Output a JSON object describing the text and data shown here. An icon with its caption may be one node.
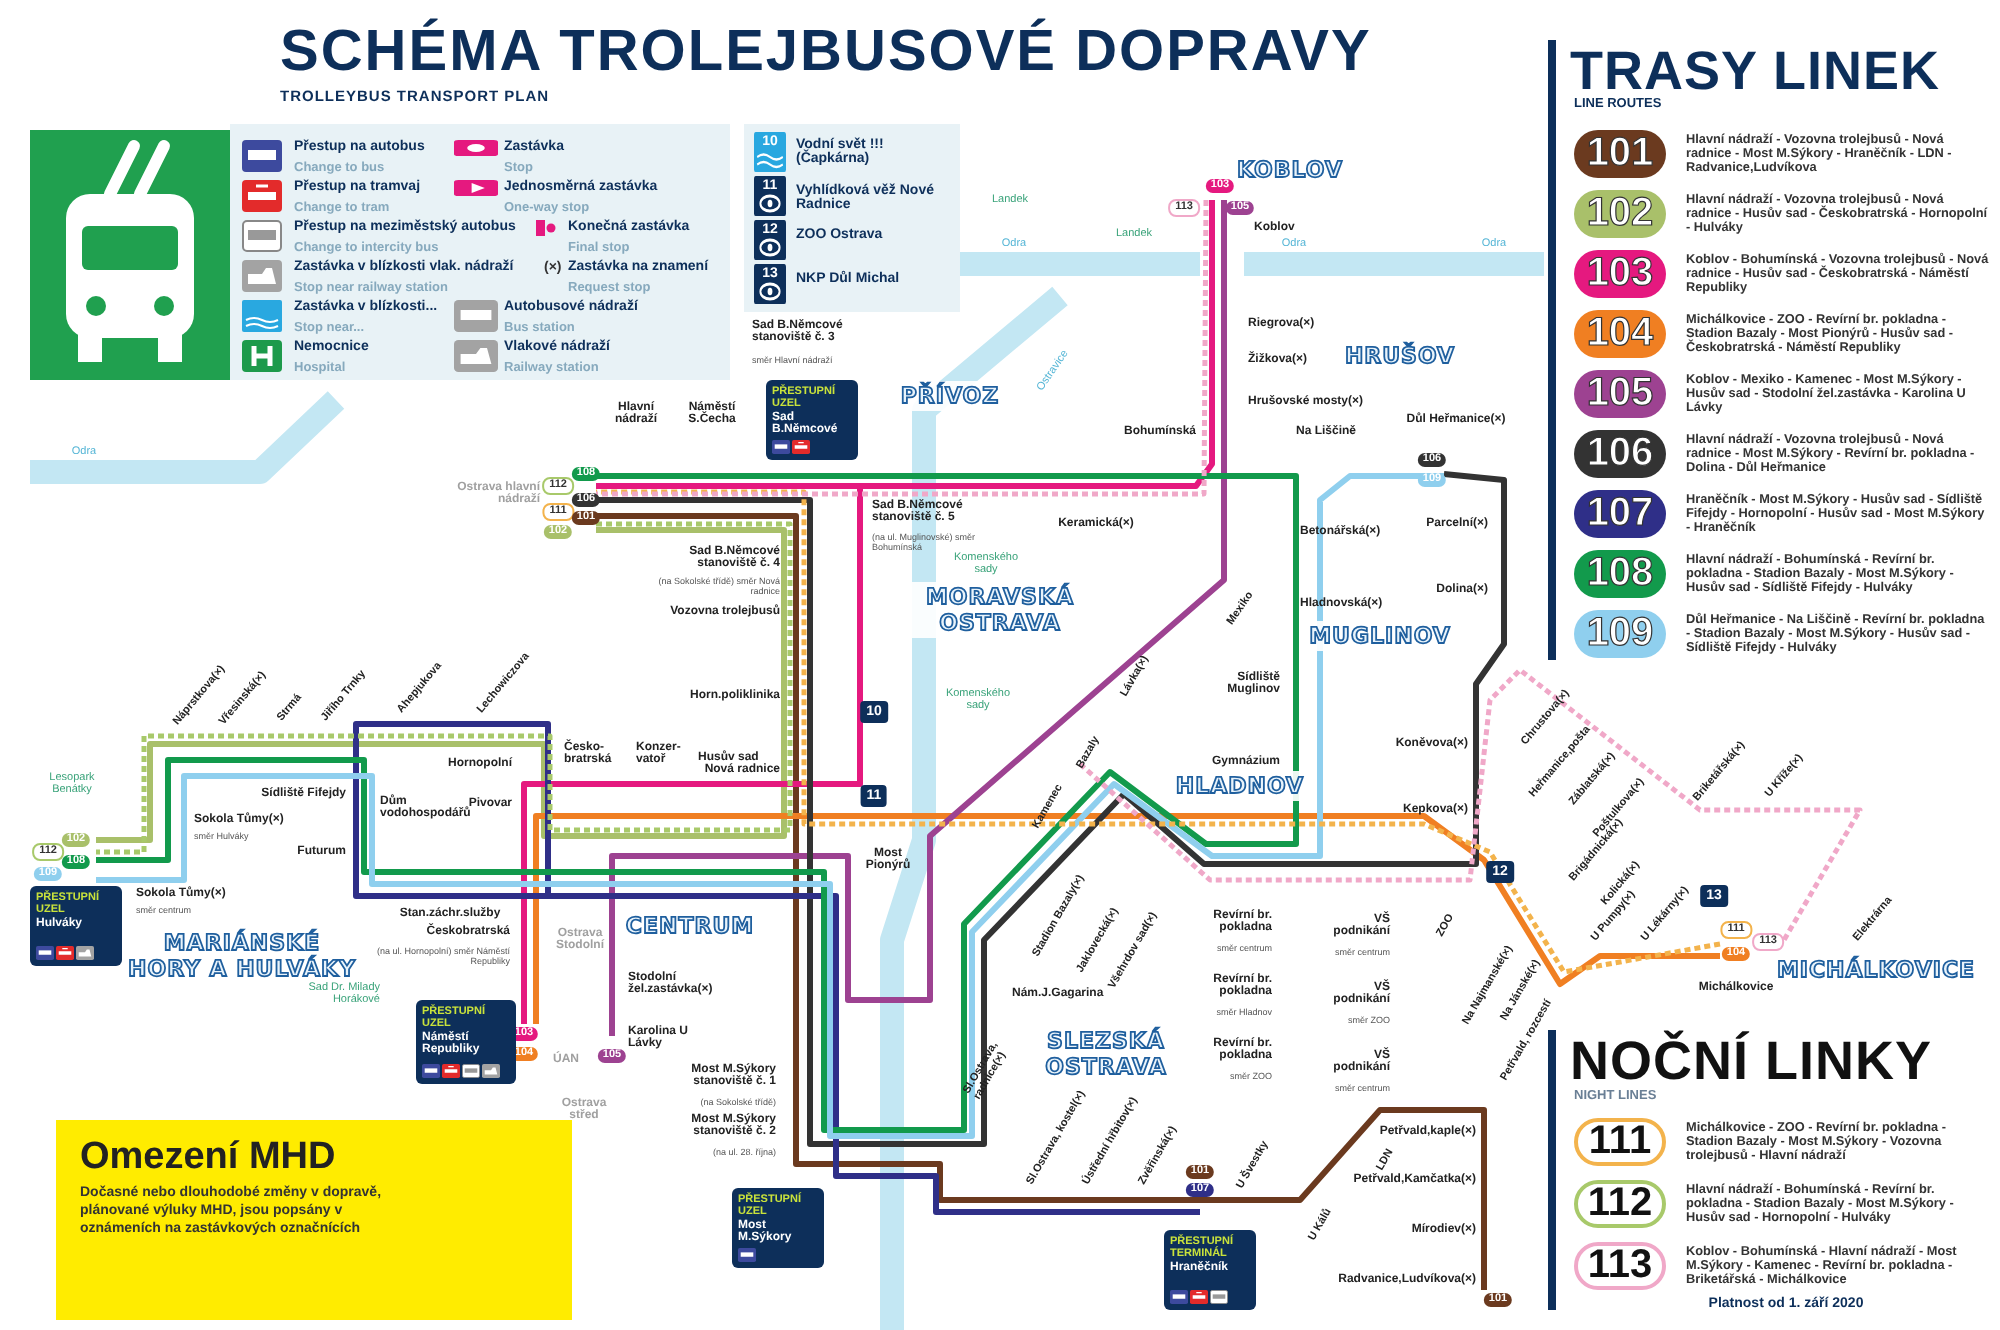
{
  "diagram": {
    "title": "SCHÉMA TROLEJBUSOVÉ DOPRAVY",
    "nodes": [
      {
        "text": [
          "PŘESTUPNÍ UZEL",
          "Sad B.Němcové"
        ]
      },
      {
        "text": [
          "PŘESTUPNÍ UZEL",
          "Hulváky"
        ]
      },
      {
        "text": [
          "PŘESTUPNÍ UZEL",
          "Náměstí Republiky"
        ]
      },
      {
        "text": [
          "PŘESTUPNÍ UZEL",
          "Most M.Sýkory"
        ]
      },
      {
        "text": [
          "PŘESTUPNÍ TERMINÁL",
          "Hraněčník"
        ]
      },
      {
        "text": [
          "Omezení MHD",
          "Dočasné nebo dlouhodobé změny v dopravě, plánované výluky MHD, jsou popsány v oznámeních na zastávkových označnících"
        ]
      }
    ],
    "labels": [
      "TROLLEYBUS TRANSPORT PLAN",
      "Change to bus",
      "Change to tram",
      "Change to intercity bus",
      "Stop near railway station",
      "Stop near...",
      "Hospital",
      "Stop",
      "One-way stop",
      "Final stop",
      "Request stop",
      "Bus station",
      "Railway station",
      "(×)",
      "10",
      "11",
      "12",
      "13",
      "KOBLOV",
      "Landek",
      "Landek",
      "Odra",
      "Odra",
      "Odra",
      "103",
      "113",
      "105",
      "Koblov",
      "Odra",
      "Sad B.Němcové stanoviště č. 3",
      "směr Hlavní nádraží",
      "Riegrova(×)",
      "HRUŠOV",
      "Žižkova(×)",
      "Ostravice",
      "PŘÍVOZ",
      "Hrušovské mosty(×)",
      "Hlavní nádraží",
      "Náměstí S.Čecha",
      "Bohumínská",
      "Na Liščině",
      "Důl Heřmanice(×)",
      "108",
      "112",
      "Ostrava hlavní nádraží",
      "106",
      "111",
      "101",
      "102",
      "106",
      "109",
      "Sad B.Němcové stanoviště č. 4",
      "(na Sokolské třídě) směr Nová radnice",
      "Sad B.Němcové stanoviště č. 5",
      "(na ul. Muglinovské) směr Bohumínská",
      "Komenského sady",
      "Keramická(×)",
      "Betonářská(×)",
      "Parcelní(×)",
      "MORAVSKÁ OSTRAVA",
      "Mexiko",
      "Hladnovská(×)",
      "Dolina(×)",
      "Vozovna trolejbusů",
      "MUGLINOV",
      "Lávka(×)",
      "Sídliště Muglinov",
      "Náprstkova(×)",
      "Vřesinská(×)",
      "Strmá",
      "Jiřího Trnky",
      "Ahepjukova",
      "Lechowiczova",
      "Horn.poliklinika",
      "Komenského sady",
      "10",
      "Lesopark Benátky",
      "Gymnázium",
      "Koněvova(×)",
      "Hornopolní",
      "Nová radnice",
      "Bazaly",
      "HLADNOV",
      "Sídliště Fifejdy",
      "11",
      "Kamenec",
      "Kepkova(×)",
      "Dům vodohospodářů",
      "Pivovar",
      "Česko-bratrská",
      "Konzer-vatoř",
      "Husův sad",
      "102",
      "112",
      "108",
      "109",
      "Sokola Tůmy(×)",
      "směr Hulváky",
      "Futurum",
      "Most Pionýrů",
      "12",
      "Sokola Tůmy(×)",
      "směr centrum",
      "Stadion Bazaly(×)",
      "Stan.záchr.služby",
      "Jaklovecká(×)",
      "Všehrdov sad(×)",
      "Revírní br. pokladna",
      "směr centrum",
      "VŠ podnikání",
      "směr centrum",
      "ZOO",
      "Českobratrská",
      "(na ul. Hornopolní) směr Náměstí Republiky",
      "MARIÁNSKÉ HORY A HULVÁKY",
      "CENTRUM",
      "Ostrava Stodolní",
      "Sad Dr. Milady Horákové",
      "Nám.J.Gagarina",
      "Sl.Ostrava, radnice(×)",
      "Na Najmanské(×)",
      "Na Jánské(×)",
      "Stodolní žel.zastávka(×)",
      "Revírní br. pokladna",
      "směr Hladnov",
      "VŠ podnikání",
      "směr ZOO",
      "103",
      "SLEZSKÁ OSTRAVA",
      "Karolina U Lávky",
      "ÚAN",
      "104",
      "105",
      "Petřvald, rozcestí",
      "Revírní br. pokladna",
      "směr ZOO",
      "VŠ podnikání",
      "směr centrum",
      "Most M.Sýkory stanoviště č. 1",
      "(na Sokolské třídě)",
      "Ostrava střed",
      "Most M.Sýkory stanoviště č. 2",
      "(na ul. 28. října)",
      "Sl.Ostrava, kostel(×)",
      "Ústřední hřbitov(×)",
      "Zvěřinská(×)",
      "101",
      "107",
      "U Švestky",
      "LDN",
      "Petřvald,kaple(×)",
      "Petřvald,Kamčatka(×)",
      "U Kálů",
      "Mírodiev(×)",
      "Radvanice,Ludvíkova(×)",
      "101",
      "Chrustova(×)",
      "Heřmanice,pošta",
      "Záblatská(×)",
      "Poštulkova(×)",
      "Briketářská(×)",
      "U Kříže(×)",
      "Brigádnická(×)",
      "Kolická(×)",
      "13",
      "U Pumpy(×)",
      "U Lékárny(×)",
      "Elektrárna",
      "111",
      "113",
      "104",
      "MICHÁLKOVICE",
      "Michálkovice",
      "TRASY LINEK",
      "LINE ROUTES",
      "101",
      "102",
      "103",
      "104",
      "105",
      "106",
      "107",
      "108",
      "109",
      "NOČNÍ LINKY",
      "NIGHT LINES",
      "111",
      "112",
      "113",
      "Platnost od 1. září 2020"
    ],
    "legend": [
      {
        "text": "Přestup na autobus"
      },
      {
        "text": "Přestup na tramvaj"
      },
      {
        "text": "Přestup na meziměstský autobus"
      },
      {
        "text": "Zastávka v blízkosti vlak. nádraží"
      },
      {
        "text": "Zastávka v blízkosti..."
      },
      {
        "text": "Nemocnice"
      },
      {
        "text": "Zastávka"
      },
      {
        "text": "Jednosměrná zastávka"
      },
      {
        "text": "Konečná zastávka"
      },
      {
        "text": "Zastávka na znamení"
      },
      {
        "text": "Autobusové nádraží"
      },
      {
        "text": "Vlakové nádraží"
      },
      {
        "text": "Vodní svět !!! (Čapkárna)"
      },
      {
        "text": "Vyhlídková věž Nové Radnice"
      },
      {
        "text": "ZOO Ostrava"
      },
      {
        "text": "NKP Důl Michal"
      },
      {
        "text": "Hlavní nádraží - Vozovna trolejbusů - Nová radnice - Most M.Sýkory - Hraněčník - LDN - Radvanice,Ludvíkova",
        "color": "#6b3a1f"
      },
      {
        "text": "Hlavní nádraží - Vozovna trolejbusů - Nová radnice - Husův sad - Českobratrská - Hornopolní - Hulváky",
        "color": "#a9c06a"
      },
      {
        "text": "Koblov - Bohumínská - Vozovna trolejbusů - Nová radnice - Husův sad - Českobratrská - Náměstí Republiky",
        "color": "#e5197f"
      },
      {
        "text": "Michálkovice - ZOO - Revírní br. pokladna - Stadion Bazaly - Most Pionýrů - Husův sad - Českobratrská - Náměstí Republiky",
        "color": "#f07f22"
      },
      {
        "text": "Koblov - Mexiko - Kamenec - Most M.Sýkory - Husův sad - Stodolní žel.zastávka - Karolina U Lávky",
        "color": "#9d4291"
      },
      {
        "text": "Hlavní nádraží - Vozovna trolejbusů - Nová radnice - Most M.Sýkory - Revírní br. pokladna - Dolina - Důl Heřmanice",
        "color": "#333333"
      },
      {
        "text": "Hraněčník - Most M.Sýkory - Husův sad - Sídliště Fifejdy - Hornopolní - Husův sad - Most M.Sýkory - Hraněčník",
        "color": "#2f2f88"
      },
      {
        "text": "Hlavní nádraží - Bohumínská - Revírní br. pokladna - Stadion Bazaly - Most M.Sýkory - Husův sad - Sídliště Fifejdy - Hulváky",
        "color": "#129a4c"
      },
      {
        "text": "Důl Heřmanice - Na Liščině - Revírní br. pokladna - Stadion Bazaly - Most M.Sýkory - Husův sad - Sídliště Fifejdy - Hulváky",
        "color": "#8fcfee"
      },
      {
        "text": "Michálkovice - ZOO - Revírní br. pokladna - Stadion Bazaly - Most M.Sýkory - Vozovna trolejbusů - Hlavní nádraží",
        "color": "#f3b34c"
      },
      {
        "text": "Hlavní nádraží - Bohumínská - Revírní br. pokladna - Stadion Bazaly - Most M.Sýkory - Husův sad - Hornopolní - Hulváky",
        "color": "#a8c96a"
      },
      {
        "text": "Koblov - Bohumínská - Hlavní nádraží - Most M.Sýkory - Kamenec - Revírní br. pokladna - Briketářská - Michálkovice",
        "color": "#f0a8c8"
      }
    ]
  }
}
